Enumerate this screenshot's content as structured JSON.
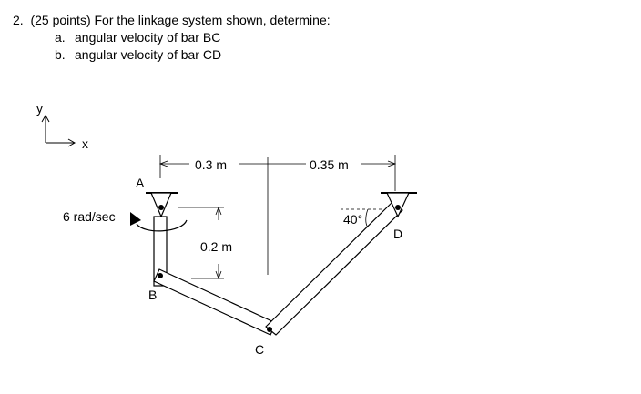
{
  "problem": {
    "number": "2.",
    "statement": "(25 points) For the linkage system shown, determine:",
    "parts": [
      {
        "label": "a.",
        "text": "angular velocity of bar BC"
      },
      {
        "label": "b.",
        "text": "angular velocity of bar CD"
      }
    ]
  },
  "figure": {
    "axes": {
      "y_label": "y",
      "x_label": "x"
    },
    "points": {
      "A": "A",
      "B": "B",
      "C": "C",
      "D": "D"
    },
    "dimensions": {
      "horizontal_ab_to_c": "0.3 m",
      "horizontal_c_to_d": "0.35 m",
      "vertical_ab": "0.2 m"
    },
    "angle_label": "40°",
    "omega_label": "6 rad/sec"
  }
}
